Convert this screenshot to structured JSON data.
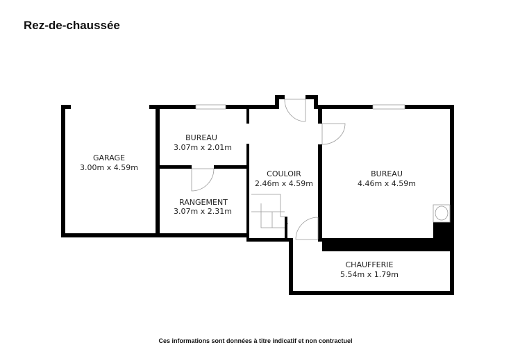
{
  "title": "Rez-de-chaussée",
  "footer": "Ces informations sont données à titre indicatif et non contractuel",
  "rooms": [
    {
      "name": "GARAGE",
      "size": "3.00m x 4.59m"
    },
    {
      "name": "BUREAU",
      "size": "3.07m x 2.01m"
    },
    {
      "name": "RANGEMENT",
      "size": "3.07m x 2.31m"
    },
    {
      "name": "COULOIR",
      "size": "2.46m x 4.59m"
    },
    {
      "name": "BUREAU",
      "size": "4.46m x 4.59m"
    },
    {
      "name": "CHAUFFERIE",
      "size": "5.54m x 1.79m"
    }
  ]
}
